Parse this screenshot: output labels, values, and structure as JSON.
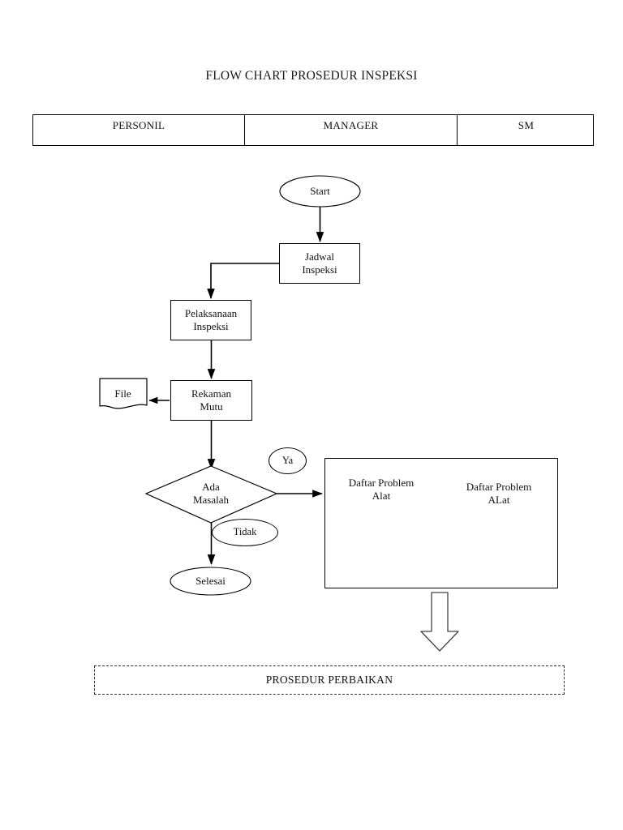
{
  "document": {
    "title": "FLOW CHART PROSEDUR INSPEKSI"
  },
  "lanes": {
    "headers": [
      {
        "label": "PERSONIL"
      },
      {
        "label": "MANAGER"
      },
      {
        "label": "SM"
      }
    ]
  },
  "flowchart": {
    "type": "flowchart",
    "nodes": [
      {
        "id": "start",
        "label": "Start",
        "shape": "terminator-oval",
        "lane": "MANAGER"
      },
      {
        "id": "jadwal",
        "label": "Jadwal\nInspeksi",
        "shape": "process-rect",
        "lane": "MANAGER"
      },
      {
        "id": "pelaksanaan",
        "label": "Pelaksanaan\nInspeksi",
        "shape": "process-rect",
        "lane": "PERSONIL"
      },
      {
        "id": "rekaman",
        "label": "Rekaman\nMutu",
        "shape": "process-rect",
        "lane": "PERSONIL"
      },
      {
        "id": "file",
        "label": "File",
        "shape": "document",
        "lane": "PERSONIL"
      },
      {
        "id": "decision",
        "label": "Ada\nMasalah",
        "shape": "decision-diamond",
        "lane": "PERSONIL"
      },
      {
        "id": "selesai",
        "label": "Selesai",
        "shape": "terminator-oval",
        "lane": "PERSONIL"
      },
      {
        "id": "doc-multi",
        "label": "Daftar Problem\nAlat",
        "shape": "multi-document",
        "lane": "MANAGER"
      },
      {
        "id": "doc-single",
        "label": "Daftar Problem\nALat",
        "shape": "document",
        "lane": "SM"
      },
      {
        "id": "perbaikan",
        "label": "PROSEDUR PERBAIKAN",
        "shape": "dashed-rect",
        "lane": "ALL"
      }
    ],
    "edge_labels": [
      {
        "id": "ya",
        "label": "Ya"
      },
      {
        "id": "tidak",
        "label": "Tidak"
      }
    ],
    "node_text": {
      "start": "Start",
      "jadwal_line1": "Jadwal",
      "jadwal_line2": "Inspeksi",
      "pelaksanaan_line1": "Pelaksanaan",
      "pelaksanaan_line2": "Inspeksi",
      "rekaman_line1": "Rekaman",
      "rekaman_line2": "Mutu",
      "file": "File",
      "decision_line1": "Ada",
      "decision_line2": "Masalah",
      "selesai": "Selesai",
      "doc_multi_line1": "Daftar Problem",
      "doc_multi_line2": "Alat",
      "doc_single_line1": "Daftar Problem",
      "doc_single_line2": "ALat",
      "ya": "Ya",
      "tidak": "Tidak",
      "perbaikan": "PROSEDUR PERBAIKAN"
    }
  },
  "colors": {
    "stroke": "#000000",
    "text": "#111111",
    "background": "#ffffff",
    "dashed_stroke": "#333333"
  }
}
